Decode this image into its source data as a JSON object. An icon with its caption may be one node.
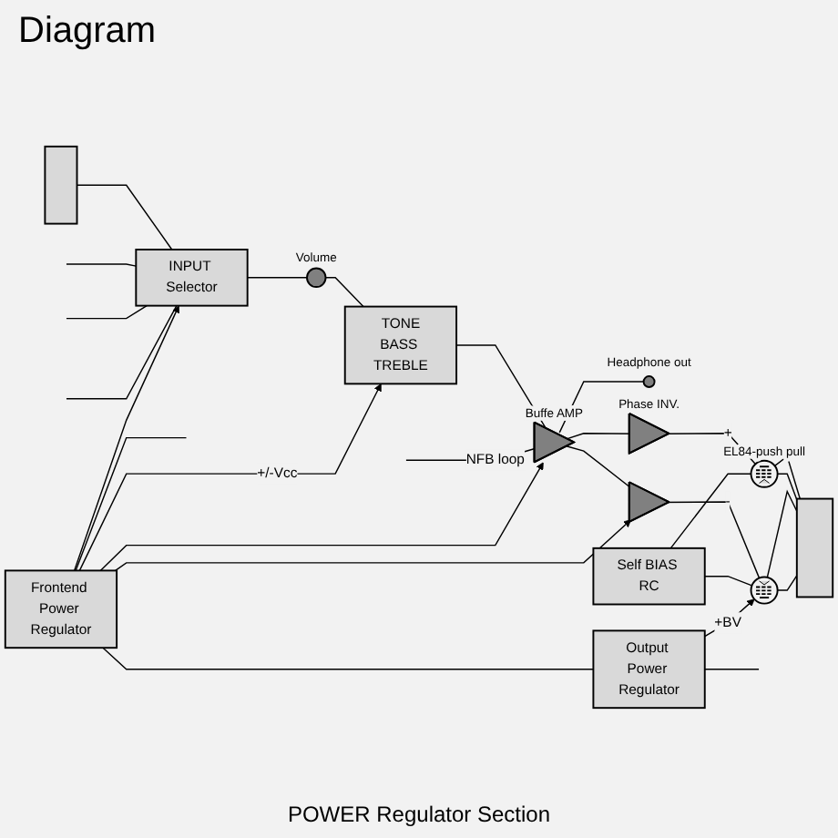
{
  "diagram": {
    "title": "Diagram",
    "nodes": [
      {
        "text": [],
        "shape": "box"
      },
      {
        "text": [
          "INPUT Selector"
        ]
      },
      {
        "text": [],
        "shape": "circle",
        "beside": [
          "Volume"
        ]
      },
      {
        "text": [
          "TONE",
          "BASS TREBLE"
        ]
      },
      {
        "text": [],
        "shape": "triangle",
        "beside": [
          "Buffe AMP"
        ]
      },
      {
        "text": [],
        "shape": "circle",
        "beside": [
          "Headphone out"
        ]
      },
      {
        "text": [],
        "shape": "triangle",
        "beside": [
          "Phase INV."
        ]
      },
      {
        "text": [],
        "shape": "triangle"
      },
      {
        "text": [],
        "shape": "picture",
        "beside": [
          "EL84-push pull"
        ]
      },
      {
        "text": [],
        "shape": "picture"
      },
      {
        "text": [
          "Self BIAS RC"
        ]
      },
      {
        "text": [],
        "shape": "box"
      },
      {
        "text": [
          "Frontend Power Regulator"
        ]
      },
      {
        "text": [
          "Output Power Regulator"
        ]
      }
    ],
    "edges": [
      {
        "from": 0,
        "to": 1,
        "arrow": "none"
      },
      {
        "from": null,
        "to": 1,
        "arrow": "none"
      },
      {
        "from": null,
        "to": 1,
        "arrow": "none"
      },
      {
        "from": null,
        "to": 1,
        "arrow": "none"
      },
      {
        "from": 1,
        "to": 2,
        "arrow": "none"
      },
      {
        "from": 2,
        "to": 3,
        "arrow": "none"
      },
      {
        "from": 3,
        "to": 4,
        "arrow": "none"
      },
      {
        "from": null,
        "to": 4,
        "arrow": "to",
        "label": "NFB loop"
      },
      {
        "from": 4,
        "to": 5,
        "arrow": "none"
      },
      {
        "from": 4,
        "to": 6,
        "arrow": "none"
      },
      {
        "from": 4,
        "to": 7,
        "arrow": "none"
      },
      {
        "from": 6,
        "to": 8,
        "arrow": "none",
        "label": "+"
      },
      {
        "from": 7,
        "to": 9,
        "arrow": "none",
        "label": "-"
      },
      {
        "from": 10,
        "to": 8,
        "arrow": "none"
      },
      {
        "from": 10,
        "to": 9,
        "arrow": "none"
      },
      {
        "from": 8,
        "to": 11,
        "arrow": "none"
      },
      {
        "from": 8,
        "to": 11,
        "arrow": "none"
      },
      {
        "from": 9,
        "to": 11,
        "arrow": "none"
      },
      {
        "from": 9,
        "to": 11,
        "arrow": "none"
      },
      {
        "from": 12,
        "to": 1,
        "arrow": "to"
      },
      {
        "from": 12,
        "to": 3,
        "arrow": "to",
        "label": "+/-Vcc"
      },
      {
        "from": 12,
        "to": 4,
        "arrow": "to"
      },
      {
        "from": 12,
        "to": 7,
        "arrow": "to"
      },
      {
        "from": 12,
        "to": null,
        "arrow": "none"
      },
      {
        "from": 12,
        "to": 13,
        "arrow": "none"
      },
      {
        "from": 13,
        "to": 9,
        "arrow": "to",
        "label": "+BV"
      },
      {
        "from": 13,
        "to": null,
        "arrow": "none"
      }
    ],
    "labels": [
      "POWER Regulator Section"
    ]
  }
}
